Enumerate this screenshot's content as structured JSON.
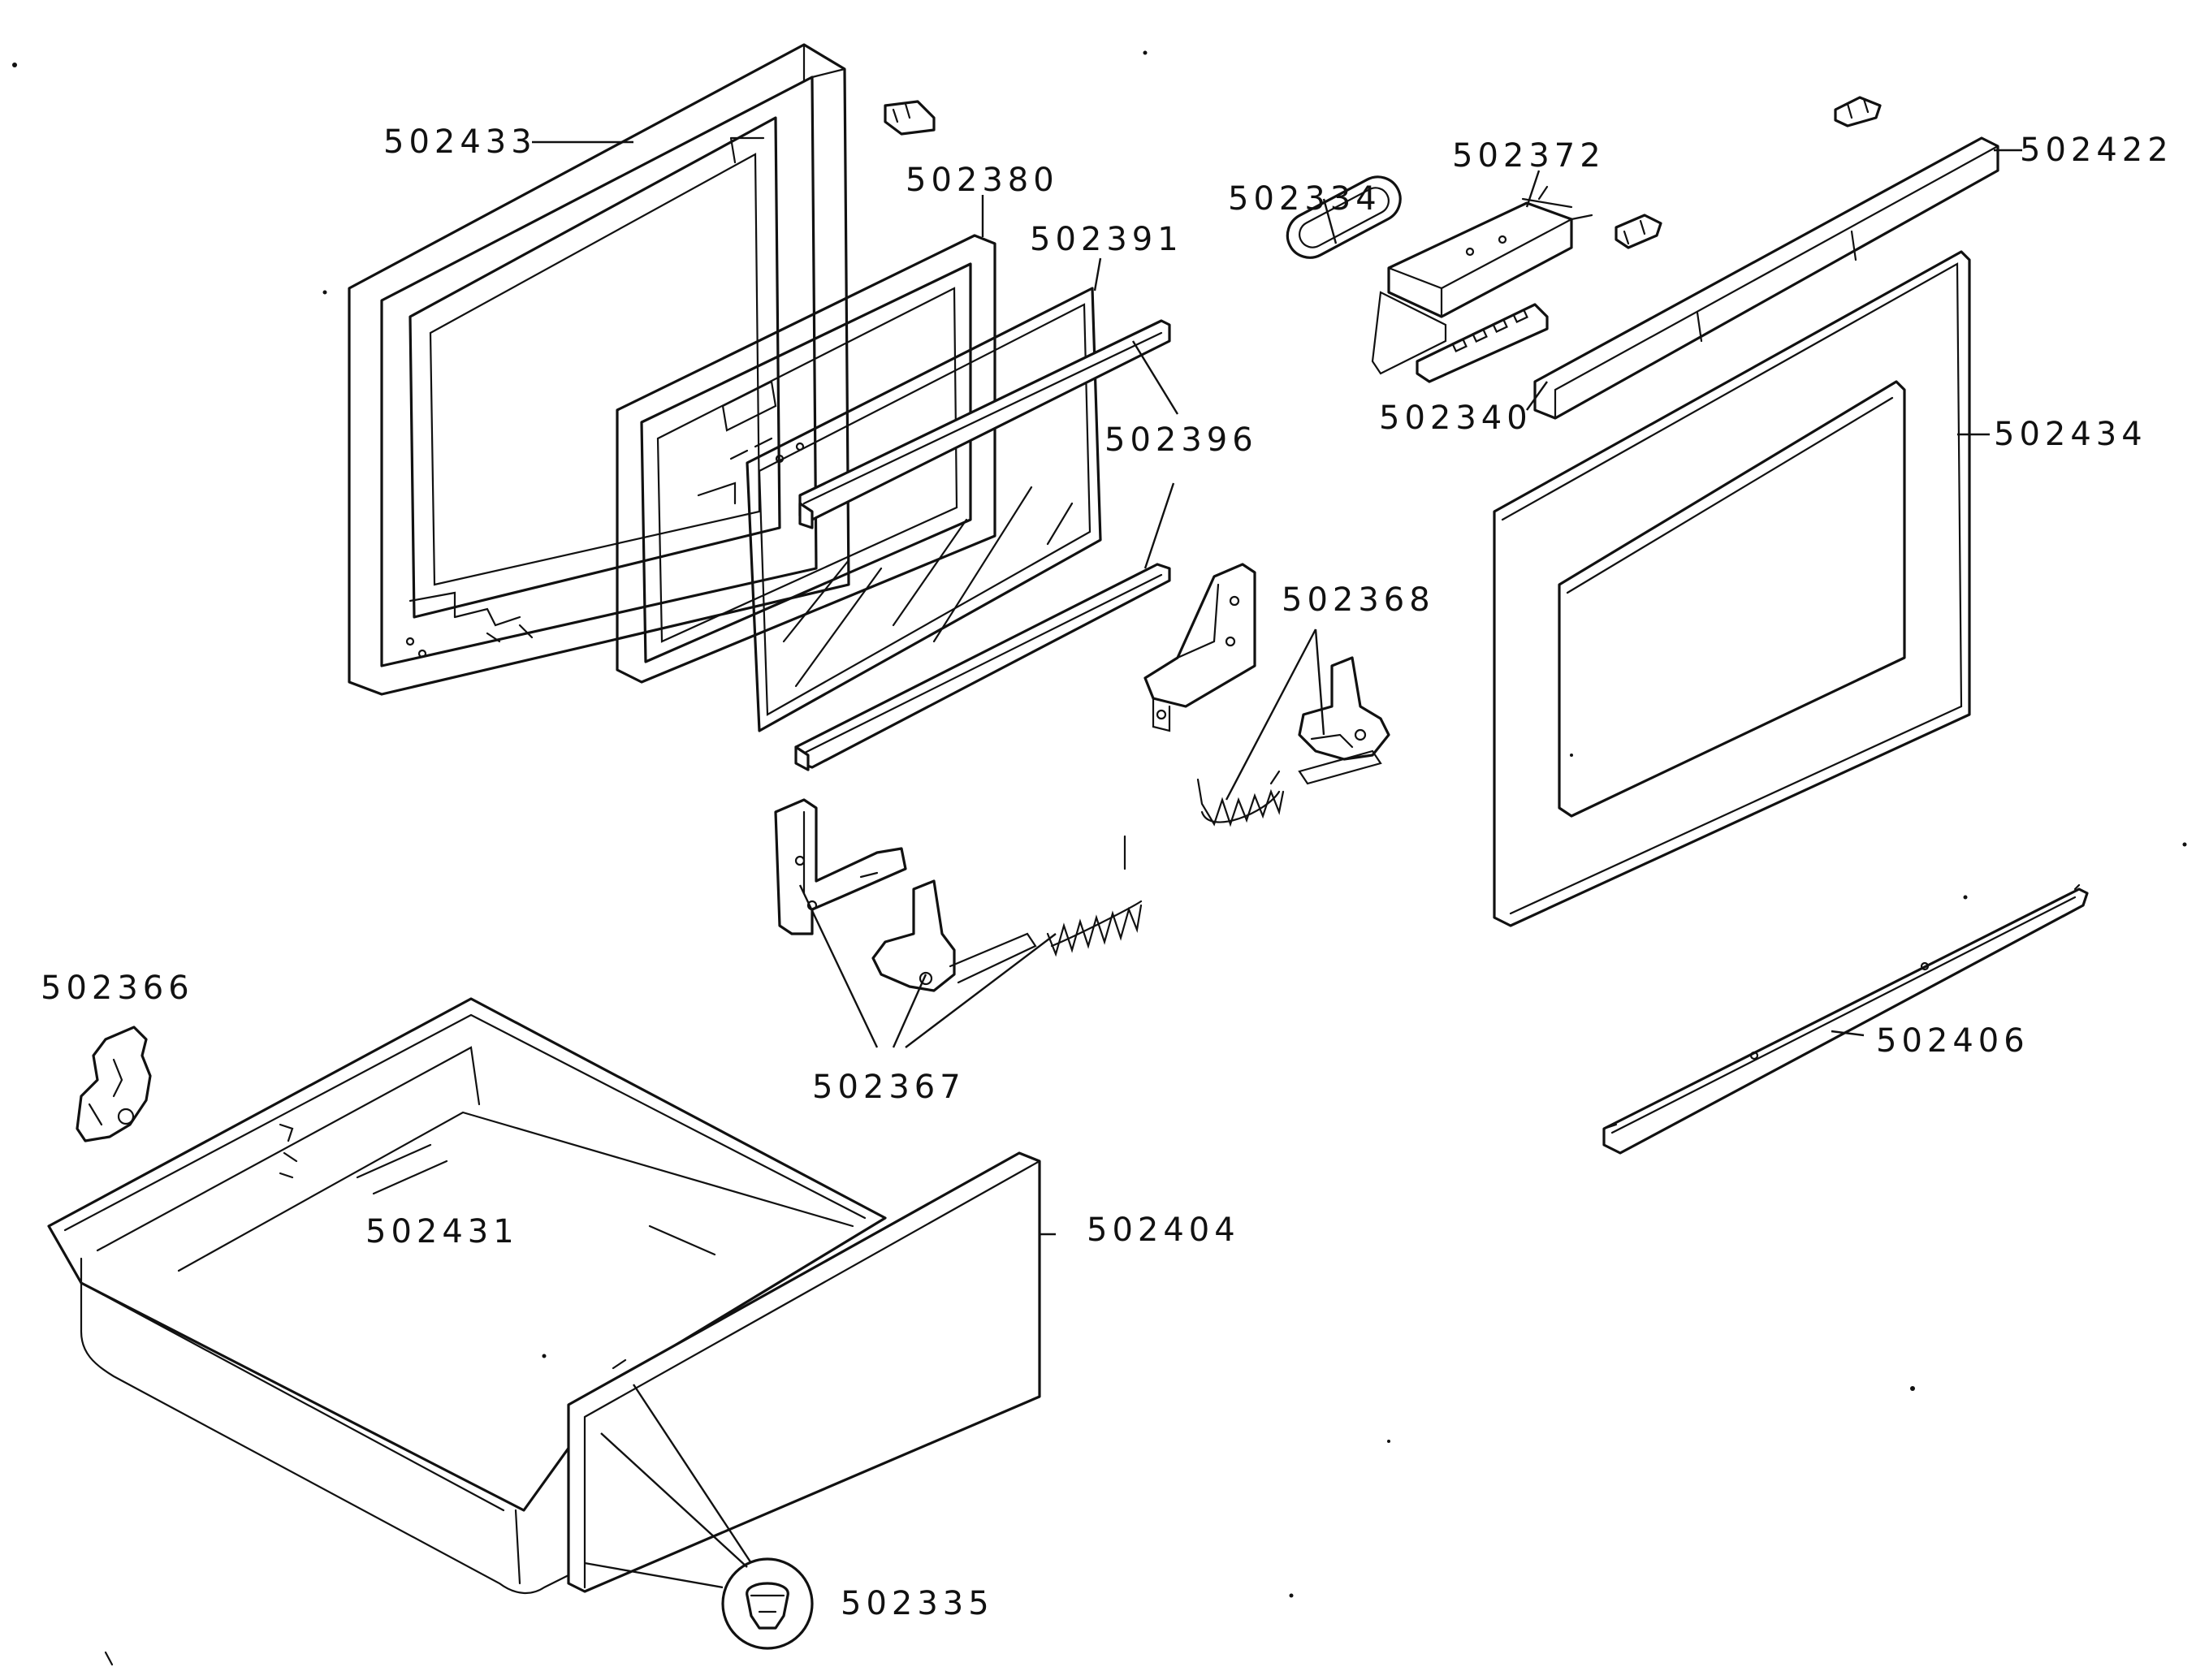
{
  "diagram": {
    "labels": {
      "p502433": "502433",
      "p502380": "502380",
      "p502391": "502391",
      "p502396": "502396",
      "p502334": "502334",
      "p502372": "502372",
      "p502422": "502422",
      "p502340": "502340",
      "p502434": "502434",
      "p502368": "502368",
      "p502366": "502366",
      "p502367": "502367",
      "p502406": "502406",
      "p502431": "502431",
      "p502404": "502404",
      "p502335": "502335"
    }
  }
}
